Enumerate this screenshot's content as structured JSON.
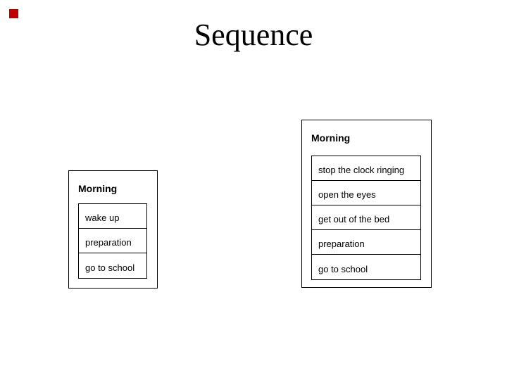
{
  "slide": {
    "title": "Sequence",
    "background_color": "#ffffff",
    "title_color": "#000000",
    "border_color": "#000000",
    "accent_square_color": "#c00000"
  },
  "boxes": [
    {
      "label": "Morning",
      "tasks": [
        "wake up",
        "preparation",
        "go to school"
      ]
    },
    {
      "label": "Morning",
      "tasks": [
        "stop the clock ringing",
        "open the eyes",
        "get out of the bed",
        "preparation",
        "go to school"
      ]
    }
  ]
}
